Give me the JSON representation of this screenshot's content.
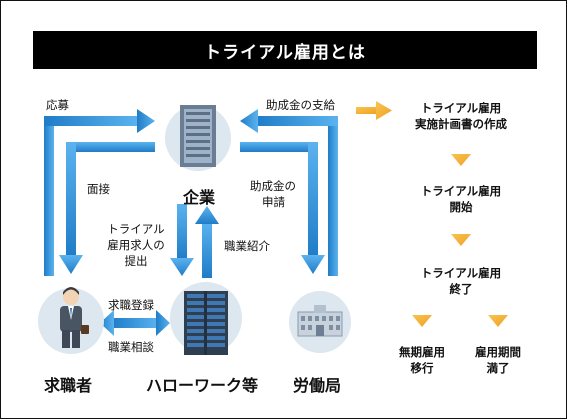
{
  "title": "トライアル雇用とは",
  "actors": {
    "company": "企業",
    "jobseeker": "求職者",
    "hellowork": "ハローワーク等",
    "labor_bureau": "労働局"
  },
  "edge_labels": {
    "apply": "応募",
    "interview": "面接",
    "subsidy_payment": "助成金の支給",
    "subsidy_request_1": "助成金の",
    "subsidy_request_2": "申請",
    "trial_offer_1": "トライアル",
    "trial_offer_2": "雇用求人の",
    "trial_offer_3": "提出",
    "job_referral": "職業紹介",
    "job_registration": "求職登録",
    "job_consultation": "職業相談"
  },
  "flow": {
    "step1_line1": "トライアル雇用",
    "step1_line2": "実施計画書の作成",
    "step2_line1": "トライアル雇用",
    "step2_line2": "開始",
    "step3_line1": "トライアル雇用",
    "step3_line2": "終了",
    "branch_left_line1": "無期雇用",
    "branch_left_line2": "移行",
    "branch_right_line1": "雇用期間",
    "branch_right_line2": "満了"
  },
  "colors": {
    "arrow_blue": "#2f8fd8",
    "arrow_orange": "#f5b335",
    "circle": "#dde7f0",
    "title_bg": "#000000"
  },
  "icons": {
    "company": "office-building-icon",
    "jobseeker": "businessman-icon",
    "hellowork": "tower-building-icon",
    "labor_bureau": "government-building-icon"
  }
}
